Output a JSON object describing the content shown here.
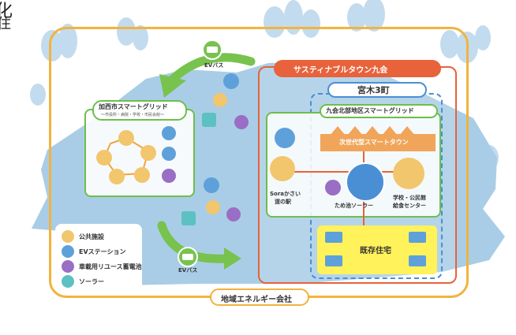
{
  "corner_text": [
    "化",
    "住"
  ],
  "colors": {
    "land": "#a9cde6",
    "tree": "#c3dbee",
    "outer_frame": "#f2b33d",
    "sustainable_frame": "#e8623b",
    "miyagi_frame": "#4a8fd4",
    "grid_frame": "#6cbf4a",
    "public": "#f2c66d",
    "ev": "#5ea1da",
    "battery": "#9a6ec4",
    "solar": "#5dc0c2",
    "arrow": "#78c24e",
    "housing_bg": "#fff25b",
    "town_bar": "#f0a55a"
  },
  "labels": {
    "outer_company": "地域エネルギー会社",
    "sustainable_town": "サスティナブルタウン九会",
    "miyagi": "宮木3町",
    "kue_grid": "九会北部地区スマートグリッド",
    "next_town": "次世代型スマートタウン",
    "existing_housing": "既存住宅",
    "sora_line1": "Soraかさい",
    "sora_line2": "道の駅",
    "pond_solar": "ため池ソーラー",
    "school_line1": "学校・公民館",
    "school_line2": "給食センター",
    "kasai_grid": "加西市スマートグリッド",
    "kasai_sub": "〜市役所・病院・学校・市民会館〜",
    "ev_bus_top": "EVバス",
    "ev_bus_bottom": "EVバス"
  },
  "legend": [
    {
      "icon": "public-facility-icon",
      "label": "公共施設",
      "color": "#f2c66d"
    },
    {
      "icon": "ev-station-icon",
      "label": "EVステーション",
      "color": "#5ea1da"
    },
    {
      "icon": "battery-icon",
      "label": "車載用リユース蓄電池",
      "color": "#9a6ec4"
    },
    {
      "icon": "solar-icon",
      "label": "ソーラー",
      "color": "#5dc0c2"
    }
  ]
}
